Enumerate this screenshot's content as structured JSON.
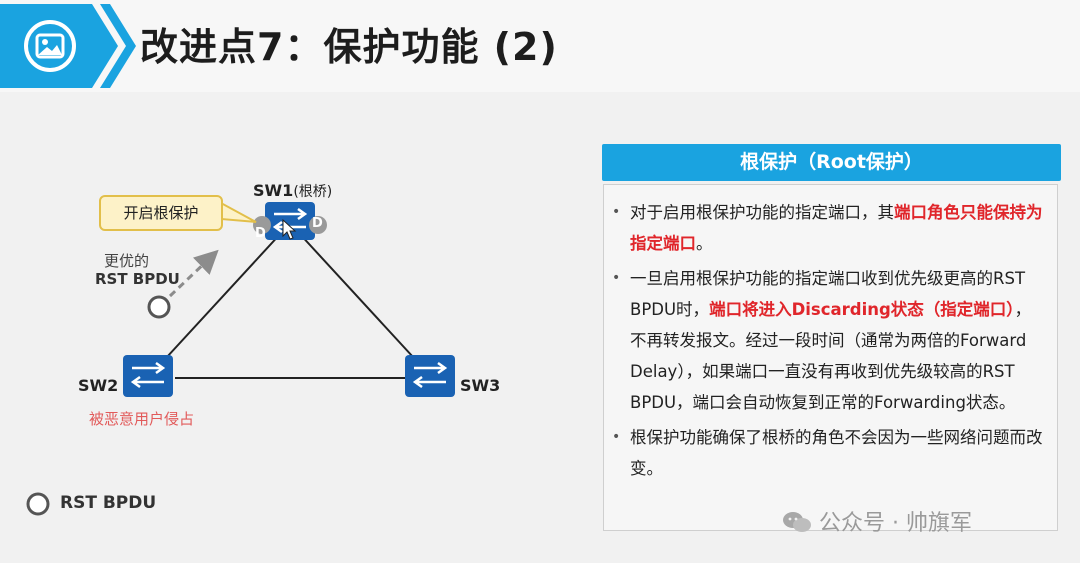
{
  "header": {
    "title": "改进点7：保护功能 (2)",
    "icon": "image-icon",
    "accent": "#1aa3e0"
  },
  "diagram": {
    "sw1_label": "SW1",
    "sw1_note": "(根桥)",
    "sw2_label": "SW2",
    "sw3_label": "SW3",
    "port_d": "D",
    "callout": "开启根保护",
    "better_bpdu_line1": "更优的",
    "better_bpdu_line2": "RST BPDU",
    "attacker_note": "被恶意用户侵占",
    "legend_label": "RST BPDU"
  },
  "panel": {
    "title": "根保护（Root保护）",
    "bullet_mark": "•",
    "b1": {
      "pre": "对于启用根保护功能的指定端口，其",
      "red": "端口角色只能保持为指定端口",
      "post": "。"
    },
    "b2": {
      "pre": "一旦启用根保护功能的指定端口收到优先级更高的RST BPDU时，",
      "red": "端口将进入Discarding状态（指定端口）",
      "post": "，不再转发报文。经过一段时间（通常为两倍的Forward Delay），如果端口一直没有再收到优先级较高的RST BPDU，端口会自动恢复到正常的Forwarding状态。"
    },
    "b3": {
      "text": "根保护功能确保了根桥的角色不会因为一些网络问题而改变。"
    }
  },
  "watermark": "公众号 · 帅旗军"
}
